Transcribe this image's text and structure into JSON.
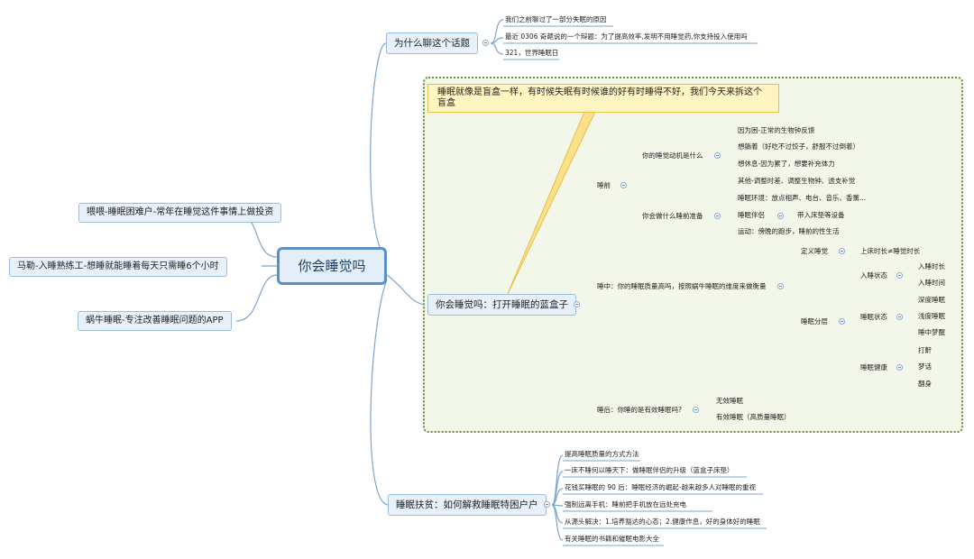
{
  "root": "你会睡觉吗",
  "left_topics": [
    "喂喂-睡眠困难户-常年在睡觉这件事情上做投资",
    "马勒-入睡熟练工-想睡就能睡着每天只需睡6个小时",
    "蜗牛睡眠-专注改善睡眠问题的APP"
  ],
  "why": {
    "label": "为什么聊这个话题",
    "items": [
      "我们之前聊过了一部分失眠的原因",
      "最近 0306 奇葩说的一个辩题：为了提高效率,发明不用睡觉药,你支持投入使用吗",
      "321，世界睡眠日"
    ]
  },
  "note": "睡眠就像是盲盒一样，有时候失眠有时候谁的好有时睡得不好，我们今天来拆这个盲盒",
  "main": {
    "label": "你会睡觉吗：打开睡眠的蓝盒子",
    "before": {
      "label": "睡前",
      "motive": {
        "label": "你的睡觉动机是什么",
        "items": [
          "因为困-正常的生物钟反馈",
          "想躺着（好吃不过饺子，舒服不过倒着）",
          "想休息-因为累了，想要补充体力",
          "其他-调整时差、调整生物钟、透支补觉"
        ]
      },
      "prep": {
        "label": "你会做什么睡前准备",
        "env": "睡眠环境：放点相声、电台、音乐、香薰...",
        "partner": "睡眠伴侣",
        "partner_child": "带入床垫等设备",
        "sport": "运动：傍晚的跑步，睡前的性生活"
      }
    },
    "during": {
      "label": "睡中：你的睡眠质量高吗，按照蜗牛睡眠的维度来做衡量",
      "define": "定义睡觉",
      "define_child": "上床时长≠睡觉时长",
      "layers": "睡眠分层",
      "state_in": "入睡状态",
      "state_in_items": [
        "入睡时长",
        "入睡时间"
      ],
      "state_sleep": "睡眠状态",
      "state_sleep_items": [
        "深度睡眠",
        "浅度睡眠",
        "睡中梦醒"
      ],
      "health": "睡眠健康",
      "health_items": [
        "打鼾",
        "梦话",
        "翻身"
      ]
    },
    "after": {
      "label": "睡后：你睡的是有效睡眠吗?",
      "items": [
        "无效睡眠",
        "有效睡眠（高质量睡眠）"
      ]
    }
  },
  "poverty": {
    "label": "睡眠扶贫：如何解救睡眠特困户户",
    "items": [
      "提高睡眠质量的方式方法",
      "一床不睡何以睡天下：做睡眠伴侣的升级（蓝盒子床垫）",
      "花钱买睡眠的 90 后：睡眠经济的崛起-越来越多人对睡眠的重视",
      "强制远离手机：睡前把手机放在远处充电",
      "从源头解决：1.培养豁达的心态；2.健康作息，好的身体好的睡眠",
      "有关睡眠的书籍和催眠电影大全"
    ]
  },
  "colors": {
    "line": "#7ba4cf",
    "root_border": "#5b8fc8",
    "frame": "#6a8f3a",
    "note_bg": "#fff5c2"
  }
}
